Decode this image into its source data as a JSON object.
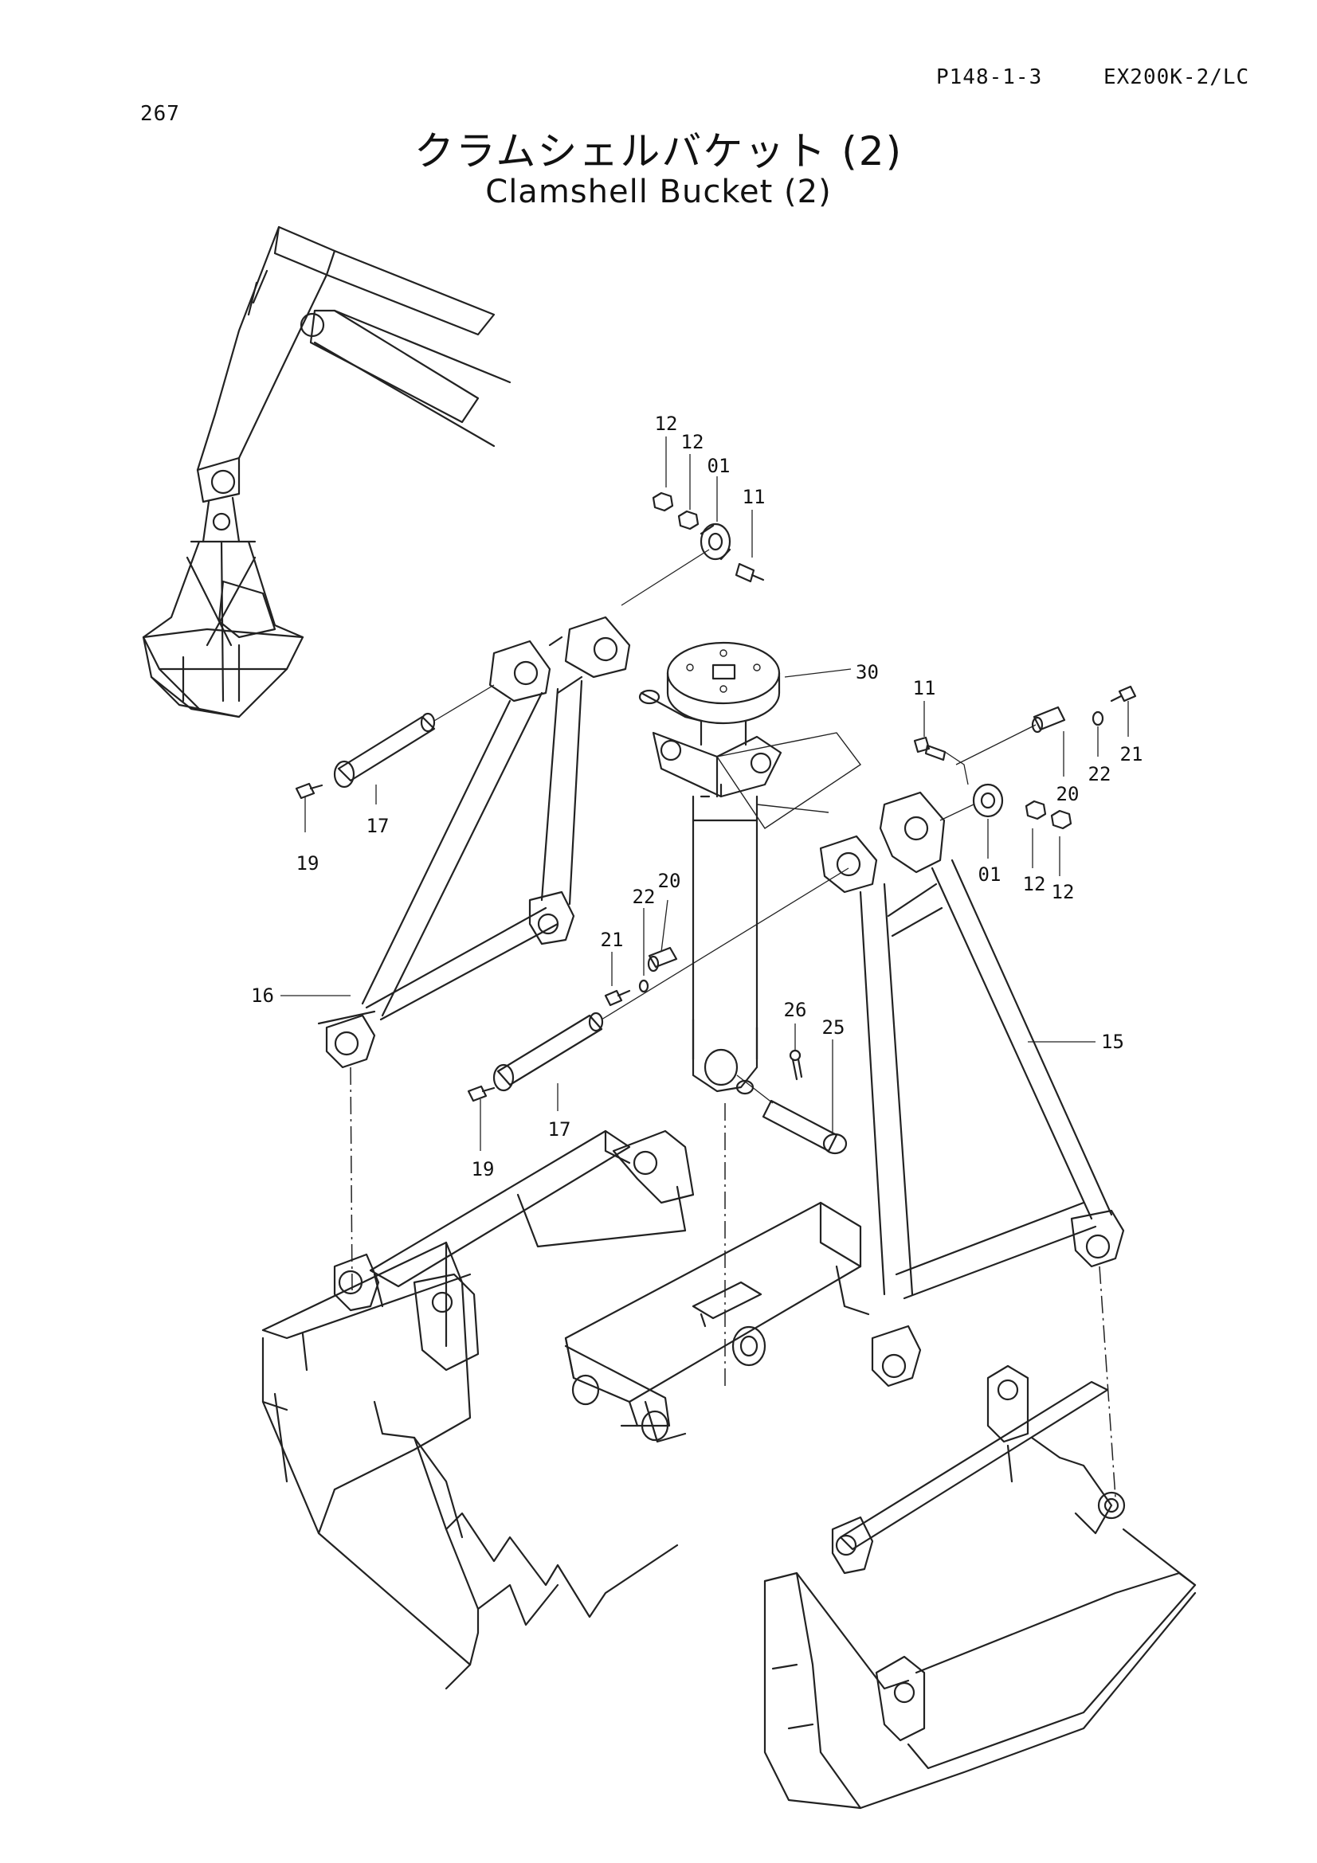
{
  "header": {
    "page_number": "267",
    "doc_code": "P148-1-3",
    "model_code": "EX200K-2/LC"
  },
  "title": {
    "japanese": "クラムシェルバケット (2)",
    "english": "Clamshell Bucket (2)"
  },
  "callouts": [
    {
      "id": "c-12a",
      "text": "12"
    },
    {
      "id": "c-12b",
      "text": "12"
    },
    {
      "id": "c-01a",
      "text": "01"
    },
    {
      "id": "c-11a",
      "text": "11"
    },
    {
      "id": "c-30",
      "text": "30"
    },
    {
      "id": "c-11b",
      "text": "11"
    },
    {
      "id": "c-20a",
      "text": "20"
    },
    {
      "id": "c-22a",
      "text": "22"
    },
    {
      "id": "c-21a",
      "text": "21"
    },
    {
      "id": "c-01b",
      "text": "01"
    },
    {
      "id": "c-12c",
      "text": "12"
    },
    {
      "id": "c-12d",
      "text": "12"
    },
    {
      "id": "c-17a",
      "text": "17"
    },
    {
      "id": "c-19a",
      "text": "19"
    },
    {
      "id": "c-21b",
      "text": "21"
    },
    {
      "id": "c-22b",
      "text": "22"
    },
    {
      "id": "c-20b",
      "text": "20"
    },
    {
      "id": "c-16",
      "text": "16"
    },
    {
      "id": "c-26",
      "text": "26"
    },
    {
      "id": "c-25",
      "text": "25"
    },
    {
      "id": "c-15",
      "text": "15"
    },
    {
      "id": "c-17b",
      "text": "17"
    },
    {
      "id": "c-19b",
      "text": "19"
    }
  ]
}
